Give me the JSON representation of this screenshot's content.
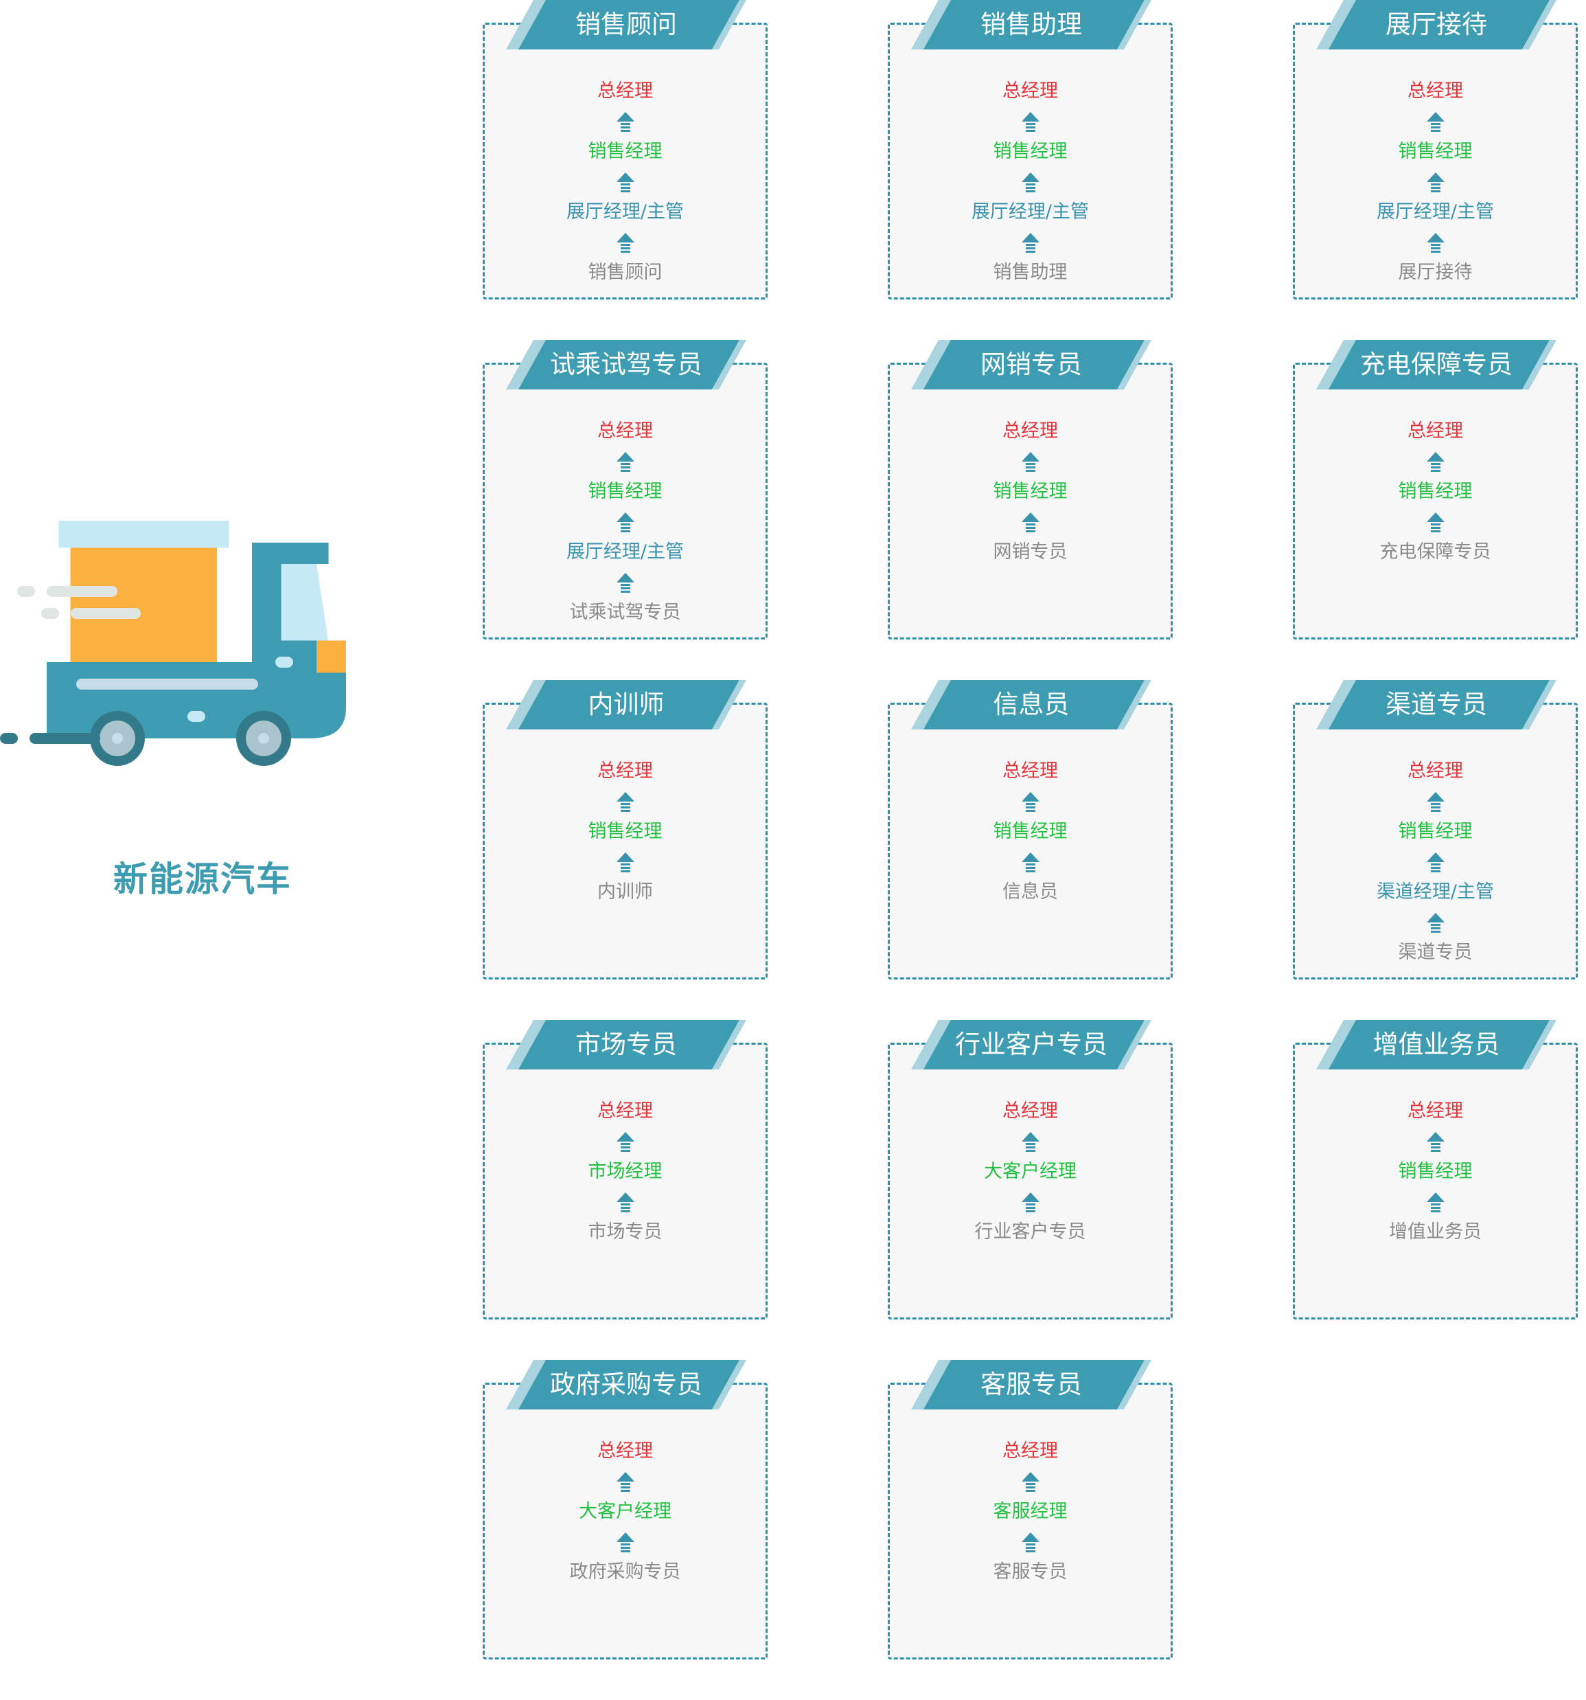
{
  "brand": {
    "title": "新能源汽车"
  },
  "colors": {
    "teal": "#3d9cb2",
    "red": "#e8333a",
    "green": "#22c040",
    "blue": "#3a93ad",
    "grey": "#8a8a8a"
  },
  "cards": [
    {
      "title": "销售顾问",
      "levels": [
        "总经理",
        "销售经理",
        "展厅经理/主管",
        "销售顾问"
      ]
    },
    {
      "title": "销售助理",
      "levels": [
        "总经理",
        "销售经理",
        "展厅经理/主管",
        "销售助理"
      ]
    },
    {
      "title": "展厅接待",
      "levels": [
        "总经理",
        "销售经理",
        "展厅经理/主管",
        "展厅接待"
      ]
    },
    {
      "title": "试乘试驾专员",
      "levels": [
        "总经理",
        "销售经理",
        "展厅经理/主管",
        "试乘试驾专员"
      ]
    },
    {
      "title": "网销专员",
      "levels": [
        "总经理",
        "销售经理",
        "网销专员"
      ]
    },
    {
      "title": "充电保障专员",
      "levels": [
        "总经理",
        "销售经理",
        "充电保障专员"
      ]
    },
    {
      "title": "内训师",
      "levels": [
        "总经理",
        "销售经理",
        "内训师"
      ]
    },
    {
      "title": "信息员",
      "levels": [
        "总经理",
        "销售经理",
        "信息员"
      ]
    },
    {
      "title": "渠道专员",
      "levels": [
        "总经理",
        "销售经理",
        "渠道经理/主管",
        "渠道专员"
      ]
    },
    {
      "title": "市场专员",
      "levels": [
        "总经理",
        "市场经理",
        "市场专员"
      ]
    },
    {
      "title": "行业客户专员",
      "levels": [
        "总经理",
        "大客户经理",
        "行业客户专员"
      ]
    },
    {
      "title": "增值业务员",
      "levels": [
        "总经理",
        "销售经理",
        "增值业务员"
      ]
    },
    {
      "title": "政府采购专员",
      "levels": [
        "总经理",
        "大客户经理",
        "政府采购专员"
      ]
    },
    {
      "title": "客服专员",
      "levels": [
        "总经理",
        "客服经理",
        "客服专员"
      ]
    }
  ]
}
